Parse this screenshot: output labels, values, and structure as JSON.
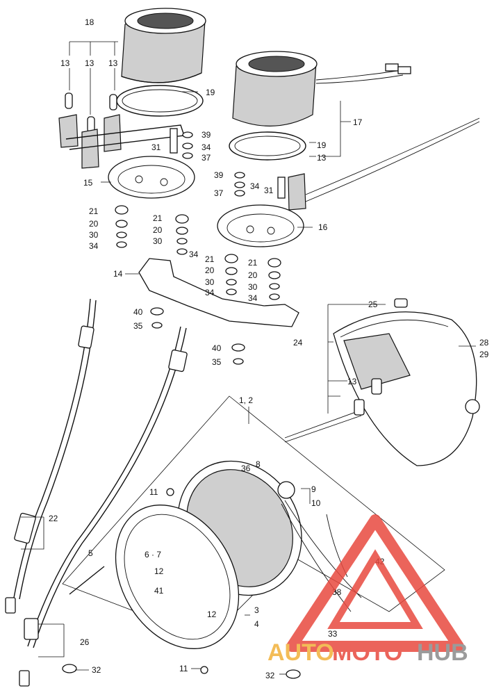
{
  "labels": {
    "l18": "18",
    "l13a": "13",
    "l13b": "13",
    "l13c": "13",
    "l19a": "19",
    "l17": "17",
    "l39a": "39",
    "l31a": "31",
    "l34a": "34",
    "l37a": "37",
    "l19b": "19",
    "l13d": "13",
    "l15": "15",
    "l39b": "39",
    "l34b": "34",
    "l37b": "37",
    "l31b": "31",
    "l21a": "21",
    "l20a": "20",
    "l30a": "30",
    "l34c": "34",
    "l21b": "21",
    "l20b": "20",
    "l30b": "30",
    "l34d": "34",
    "l16": "16",
    "l14": "14",
    "l21c": "21",
    "l20c": "20",
    "l30c": "30",
    "l34e": "34",
    "l21d": "21",
    "l20d": "20",
    "l30d": "30",
    "l34f": "34",
    "l25": "25",
    "l40a": "40",
    "l35a": "35",
    "l24": "24",
    "l28": "28",
    "l29": "29",
    "l40b": "40",
    "l35b": "35",
    "l13e": "13",
    "l12": "1, 2",
    "l36": "36",
    "l8": "8",
    "l11a": "11",
    "l9": "9",
    "l10": "10",
    "l22": "22",
    "l5": "5",
    "l67": "6 · 7",
    "l12b": "12",
    "l42": "42",
    "l41": "41",
    "l38": "38",
    "l12c": "12",
    "l3": "3",
    "l4": "4",
    "l33": "33",
    "l26": "26",
    "l32a": "32",
    "l11b": "11",
    "l32b": "32"
  },
  "watermark": {
    "text_auto": "AUTO",
    "text_moto": "MOTO",
    "text_hub": "HUB",
    "color_accent": "#e8493f",
    "color_gold": "#f2b13a",
    "color_gray": "#8a8a8a"
  }
}
